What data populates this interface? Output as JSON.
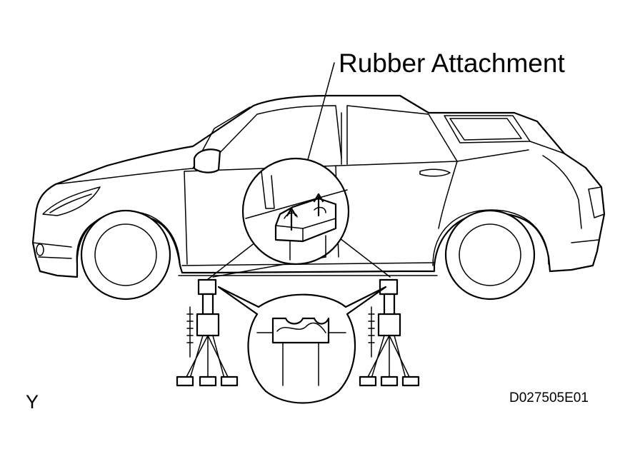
{
  "labels": {
    "callout": "Rubber Attachment",
    "figure_code": "D027505E01",
    "corner_mark": "Y"
  }
}
